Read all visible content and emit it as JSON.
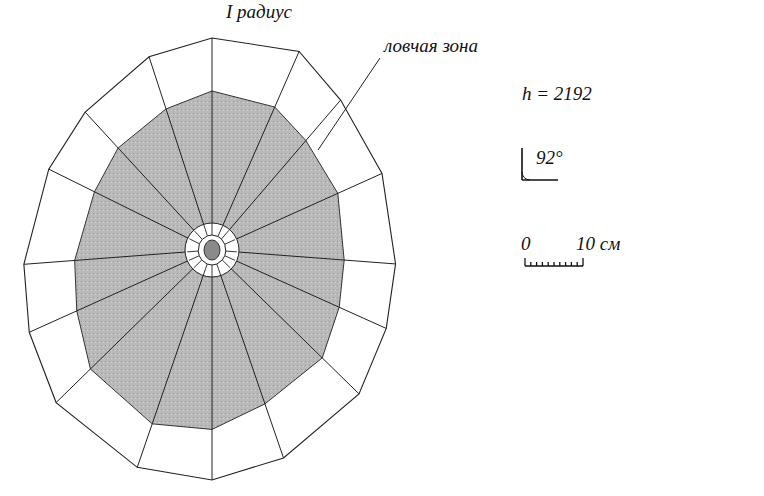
{
  "diagram": {
    "labels": [
      "I радиус",
      "ловчая зона",
      "h = 2192",
      "92°",
      "0",
      "10 см"
    ]
  }
}
